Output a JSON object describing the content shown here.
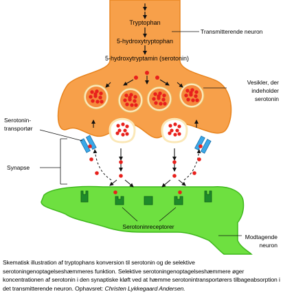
{
  "presynaptic": {
    "pathway": [
      "Tryptophan",
      "5-hydroxytryptophan",
      "5-hydroxytryptamin (serotonin)"
    ],
    "label": "Transmitterende neuron"
  },
  "labels": {
    "vesicles": [
      "Vesikler, der",
      "indeholder",
      "serotonin"
    ],
    "transporter": [
      "Serotonin-",
      "transportør"
    ],
    "synapse": "Synapse",
    "receptors": "Serotoninreceptorer",
    "postsynaptic": [
      "Modtagende",
      "neuron"
    ]
  },
  "caption": {
    "text": "Skematisk illustration af tryptophans konversion til serotonin og de selektive serotoningenoptagelseshæmmeres funktion. Selektive serotoningenoptagelseshæmmere øger koncentrationen af serotonin i den synaptiske kløft ved at hæmme serotonintransportørers tilbageabsorption i det transmitterende neuron. Ophavsret: ",
    "author": "Christen Lykkegaard Andersen."
  },
  "colors": {
    "presynaptic_fill": "#f7a04a",
    "presynaptic_stroke": "#e8841e",
    "postsynaptic_fill": "#6ee040",
    "postsynaptic_stroke": "#3fb81c",
    "vesicle_fill": "#f58a3c",
    "vesicle_ring": "#fbe8b8",
    "serotonin_dot": "#e8201c",
    "receptor": "#1e8a2a",
    "transporter": "#3aa8e8"
  }
}
